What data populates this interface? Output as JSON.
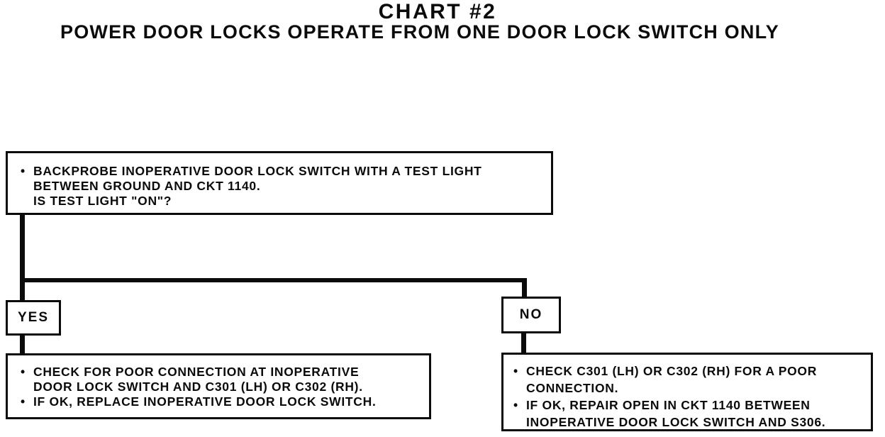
{
  "colors": {
    "paper": "#ffffff",
    "ink": "#0b0b0b"
  },
  "header": {
    "title": "CHART #2",
    "subtitle": "POWER DOOR LOCKS OPERATE FROM ONE DOOR LOCK SWITCH ONLY"
  },
  "flowchart": {
    "question_box": {
      "lines": [
        {
          "bullet": "•",
          "text": "BACKPROBE INOPERATIVE DOOR LOCK SWITCH WITH A TEST LIGHT"
        },
        {
          "bullet": "",
          "text": "BETWEEN GROUND AND CKT 1140."
        },
        {
          "bullet": "",
          "text": "IS TEST LIGHT \"ON\"?"
        }
      ]
    },
    "yes_branch": {
      "label": "YES",
      "result_lines": [
        {
          "bullet": "•",
          "text": "CHECK FOR POOR CONNECTION AT INOPERATIVE"
        },
        {
          "bullet": "",
          "text": "DOOR LOCK SWITCH AND C301 (LH) OR C302 (RH)."
        },
        {
          "bullet": "•",
          "text": "IF OK, REPLACE INOPERATIVE DOOR LOCK SWITCH."
        }
      ]
    },
    "no_branch": {
      "label": "NO",
      "result_lines": [
        {
          "bullet": "•",
          "text": "CHECK C301 (LH) OR C302 (RH) FOR A POOR"
        },
        {
          "bullet": "",
          "text": "CONNECTION."
        },
        {
          "bullet": "•",
          "text": "IF OK, REPAIR OPEN IN CKT 1140 BETWEEN"
        },
        {
          "bullet": "",
          "text": "INOPERATIVE DOOR LOCK SWITCH AND S306."
        }
      ]
    }
  }
}
